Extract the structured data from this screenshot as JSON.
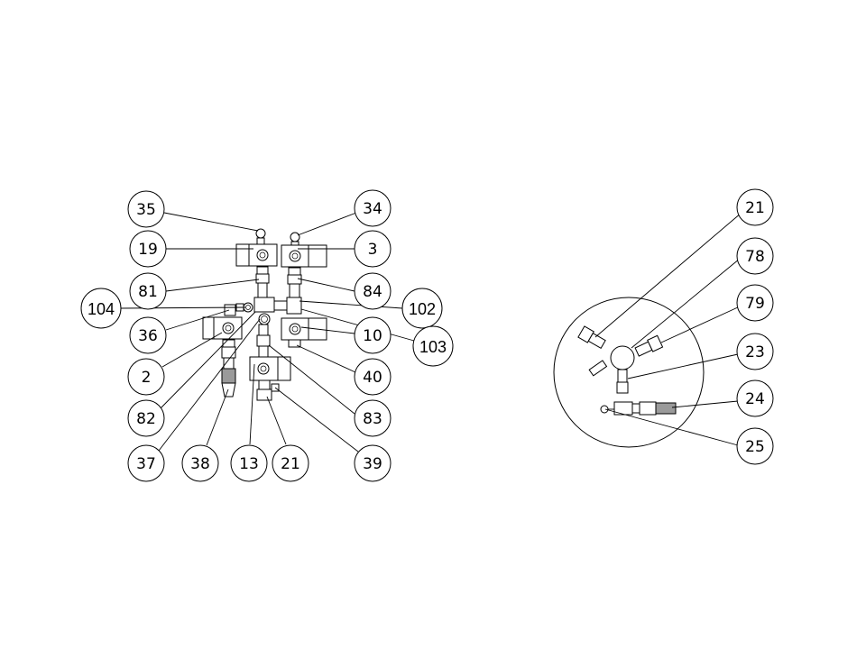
{
  "colors": {
    "line": "#000000",
    "background": "#ffffff"
  },
  "left_view": {
    "bubbles": [
      {
        "id": "b35",
        "label": "35"
      },
      {
        "id": "b34",
        "label": "34"
      },
      {
        "id": "b19",
        "label": "19"
      },
      {
        "id": "b3",
        "label": "3"
      },
      {
        "id": "b81",
        "label": "81"
      },
      {
        "id": "b84",
        "label": "84"
      },
      {
        "id": "b104",
        "label": "104"
      },
      {
        "id": "b102",
        "label": "102"
      },
      {
        "id": "b36",
        "label": "36"
      },
      {
        "id": "b10",
        "label": "10"
      },
      {
        "id": "b103",
        "label": "103"
      },
      {
        "id": "b2",
        "label": "2"
      },
      {
        "id": "b40",
        "label": "40"
      },
      {
        "id": "b82",
        "label": "82"
      },
      {
        "id": "b83",
        "label": "83"
      },
      {
        "id": "b37",
        "label": "37"
      },
      {
        "id": "b38",
        "label": "38"
      },
      {
        "id": "b13",
        "label": "13"
      },
      {
        "id": "b21a",
        "label": "21"
      },
      {
        "id": "b39",
        "label": "39"
      }
    ]
  },
  "right_view": {
    "bubbles": [
      {
        "id": "r21",
        "label": "21"
      },
      {
        "id": "r78",
        "label": "78"
      },
      {
        "id": "r79",
        "label": "79"
      },
      {
        "id": "r23",
        "label": "23"
      },
      {
        "id": "r24",
        "label": "24"
      },
      {
        "id": "r25",
        "label": "25"
      }
    ]
  }
}
